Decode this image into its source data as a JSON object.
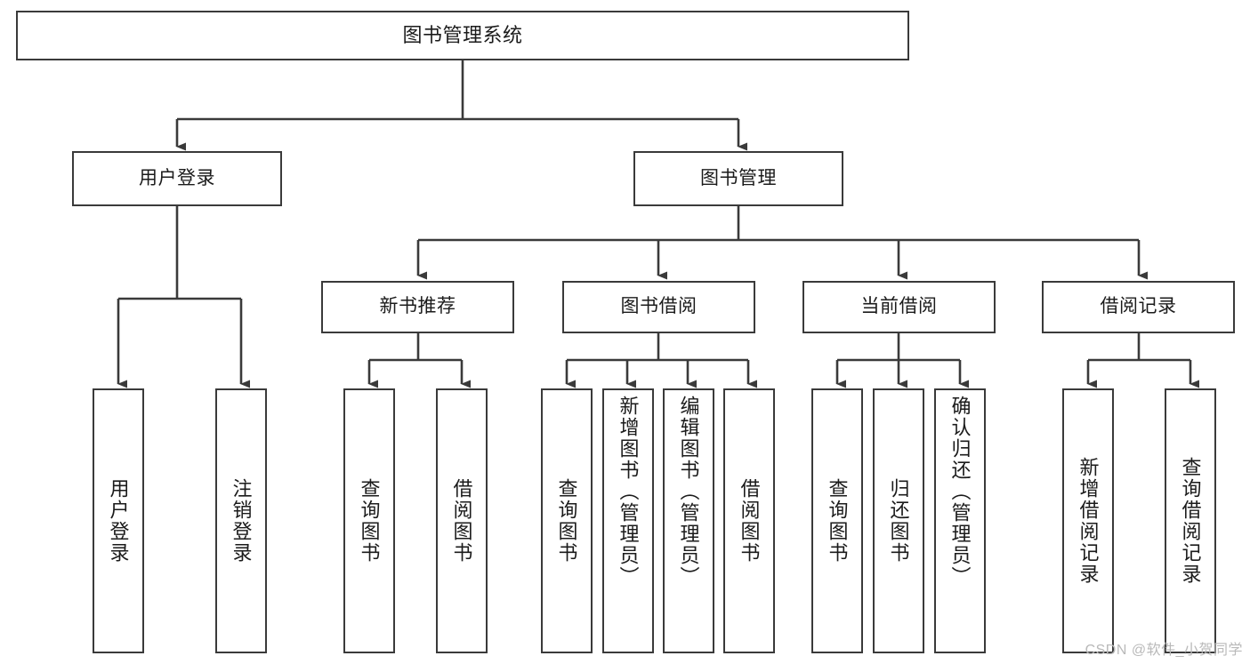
{
  "diagram": {
    "type": "tree",
    "title": "图书管理系统",
    "watermark": "CSDN @软件_小贺同学",
    "colors": {
      "stroke": "#3a3a3a",
      "fill": "#ffffff",
      "text": "#1b1b1b",
      "watermark": "#b9b9b9"
    },
    "nodes": {
      "root": {
        "label": "图书管理系统"
      },
      "level2": [
        {
          "id": "user-login",
          "label": "用户登录"
        },
        {
          "id": "book-manage",
          "label": "图书管理"
        }
      ],
      "level3": [
        {
          "id": "new-book-recommend",
          "label": "新书推荐"
        },
        {
          "id": "book-borrow",
          "label": "图书借阅"
        },
        {
          "id": "current-borrow",
          "label": "当前借阅"
        },
        {
          "id": "borrow-record",
          "label": "借阅记录"
        }
      ],
      "leaves": {
        "user_login": [
          {
            "id": "leaf-user-login",
            "label": "用户登录"
          },
          {
            "id": "leaf-logout-login",
            "label": "注销登录"
          }
        ],
        "new_book_recommend": [
          {
            "id": "leaf-query-book-1",
            "label": "查询图书"
          },
          {
            "id": "leaf-borrow-book-1",
            "label": "借阅图书"
          }
        ],
        "book_borrow": [
          {
            "id": "leaf-query-book-2",
            "label": "查询图书"
          },
          {
            "id": "leaf-add-book",
            "label": "新增图书（管理员）"
          },
          {
            "id": "leaf-edit-book",
            "label": "编辑图书（管理员）"
          },
          {
            "id": "leaf-borrow-book-2",
            "label": "借阅图书"
          }
        ],
        "current_borrow": [
          {
            "id": "leaf-query-book-3",
            "label": "查询图书"
          },
          {
            "id": "leaf-return-book",
            "label": "归还图书"
          },
          {
            "id": "leaf-confirm-return",
            "label": "确认归还（管理员）"
          }
        ],
        "borrow_record": [
          {
            "id": "leaf-add-record",
            "label": "新增借阅记录"
          },
          {
            "id": "leaf-query-record",
            "label": "查询借阅记录"
          }
        ]
      }
    }
  }
}
